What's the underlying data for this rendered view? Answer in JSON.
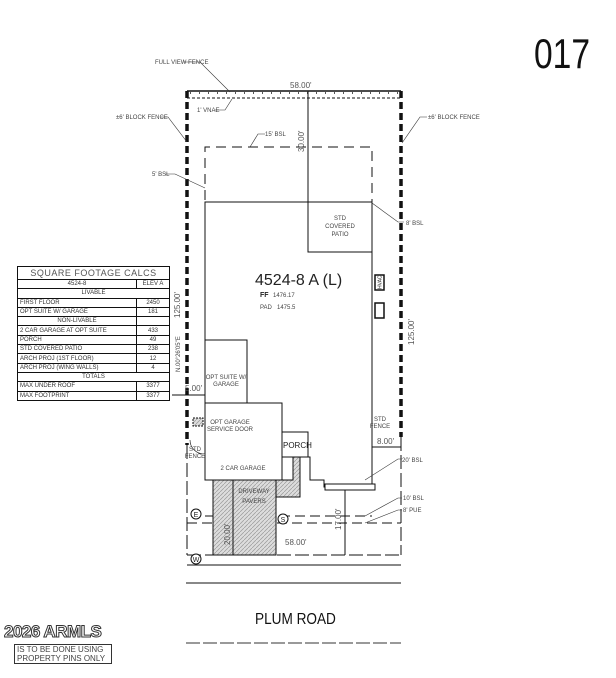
{
  "sheet_number": "017",
  "lot": {
    "plan": "4524-8 A (L)",
    "ff_label": "FF",
    "ff_value": "1476.17",
    "pad_label": "PAD",
    "pad_value": "1475.5"
  },
  "labels": {
    "full_view_fence": "FULL VIEW FENCE",
    "vnae": "1' VNAE",
    "block_fence_left": "±6' BLOCK FENCE",
    "block_fence_right": "±6' BLOCK FENCE",
    "bsl_15": "15' BSL",
    "bsl_5": "5' BSL",
    "bsl_8": "8' BSL",
    "bsl_20": "20' BSL",
    "bsl_10": "10' BSL",
    "pue": "8' PUE",
    "std_covered_patio": [
      "STD",
      "COVERED",
      "PATIO"
    ],
    "opt_suite": [
      "OPT SUITE W/",
      "GARAGE"
    ],
    "opt_garage_door": [
      "OPT GARAGE",
      "SERVICE DOOR"
    ],
    "std_fence_left": [
      "STD",
      "FENCE"
    ],
    "std_fence_right": [
      "STD",
      "FENCE"
    ],
    "porch": "PORCH",
    "garage": "2 CAR GARAGE",
    "driveway": [
      "DRIVEWAY",
      "PAVERS"
    ],
    "bearing": "N.00°26'05\"E",
    "utility_e": "E",
    "utility_s": "S",
    "utility_w": "W",
    "hvac": "HVAC"
  },
  "dimensions": {
    "top_width": "58.00'",
    "bottom_width": "58.00'",
    "rear_setback": "30.00'",
    "left_depth": "125.00'",
    "right_depth": "125.00'",
    "side_left": "5.00'",
    "side_right": "8.00'",
    "driveway": "20.00'",
    "front": "17.00'"
  },
  "street": "PLUM ROAD",
  "note": [
    "IS TO BE DONE USING",
    "PROPERTY PINS ONLY"
  ],
  "watermark": "2026 ARMLS",
  "calc_table": {
    "title": "SQUARE FOOTAGE CALCS",
    "plan": "4524-8",
    "elev": "ELEV A",
    "sections": [
      {
        "heading": "LIVABLE",
        "rows": [
          [
            "FIRST FLOOR",
            "2450"
          ],
          [
            "OPT SUITE W/ GARAGE",
            "181"
          ]
        ]
      },
      {
        "heading": "NON-LIVABLE",
        "rows": [
          [
            "2 CAR GARAGE AT OPT SUITE",
            "433"
          ],
          [
            "PORCH",
            "49"
          ],
          [
            "STD COVERED PATIO",
            "238"
          ],
          [
            "ARCH PROJ (1ST FLOOR)",
            "12"
          ],
          [
            "ARCH PROJ (WING WALLS)",
            "4"
          ]
        ]
      },
      {
        "heading": "TOTALS",
        "rows": [
          [
            "MAX UNDER ROOF",
            "3377"
          ],
          [
            "MAX FOOTPRINT",
            "3377"
          ]
        ]
      }
    ]
  }
}
